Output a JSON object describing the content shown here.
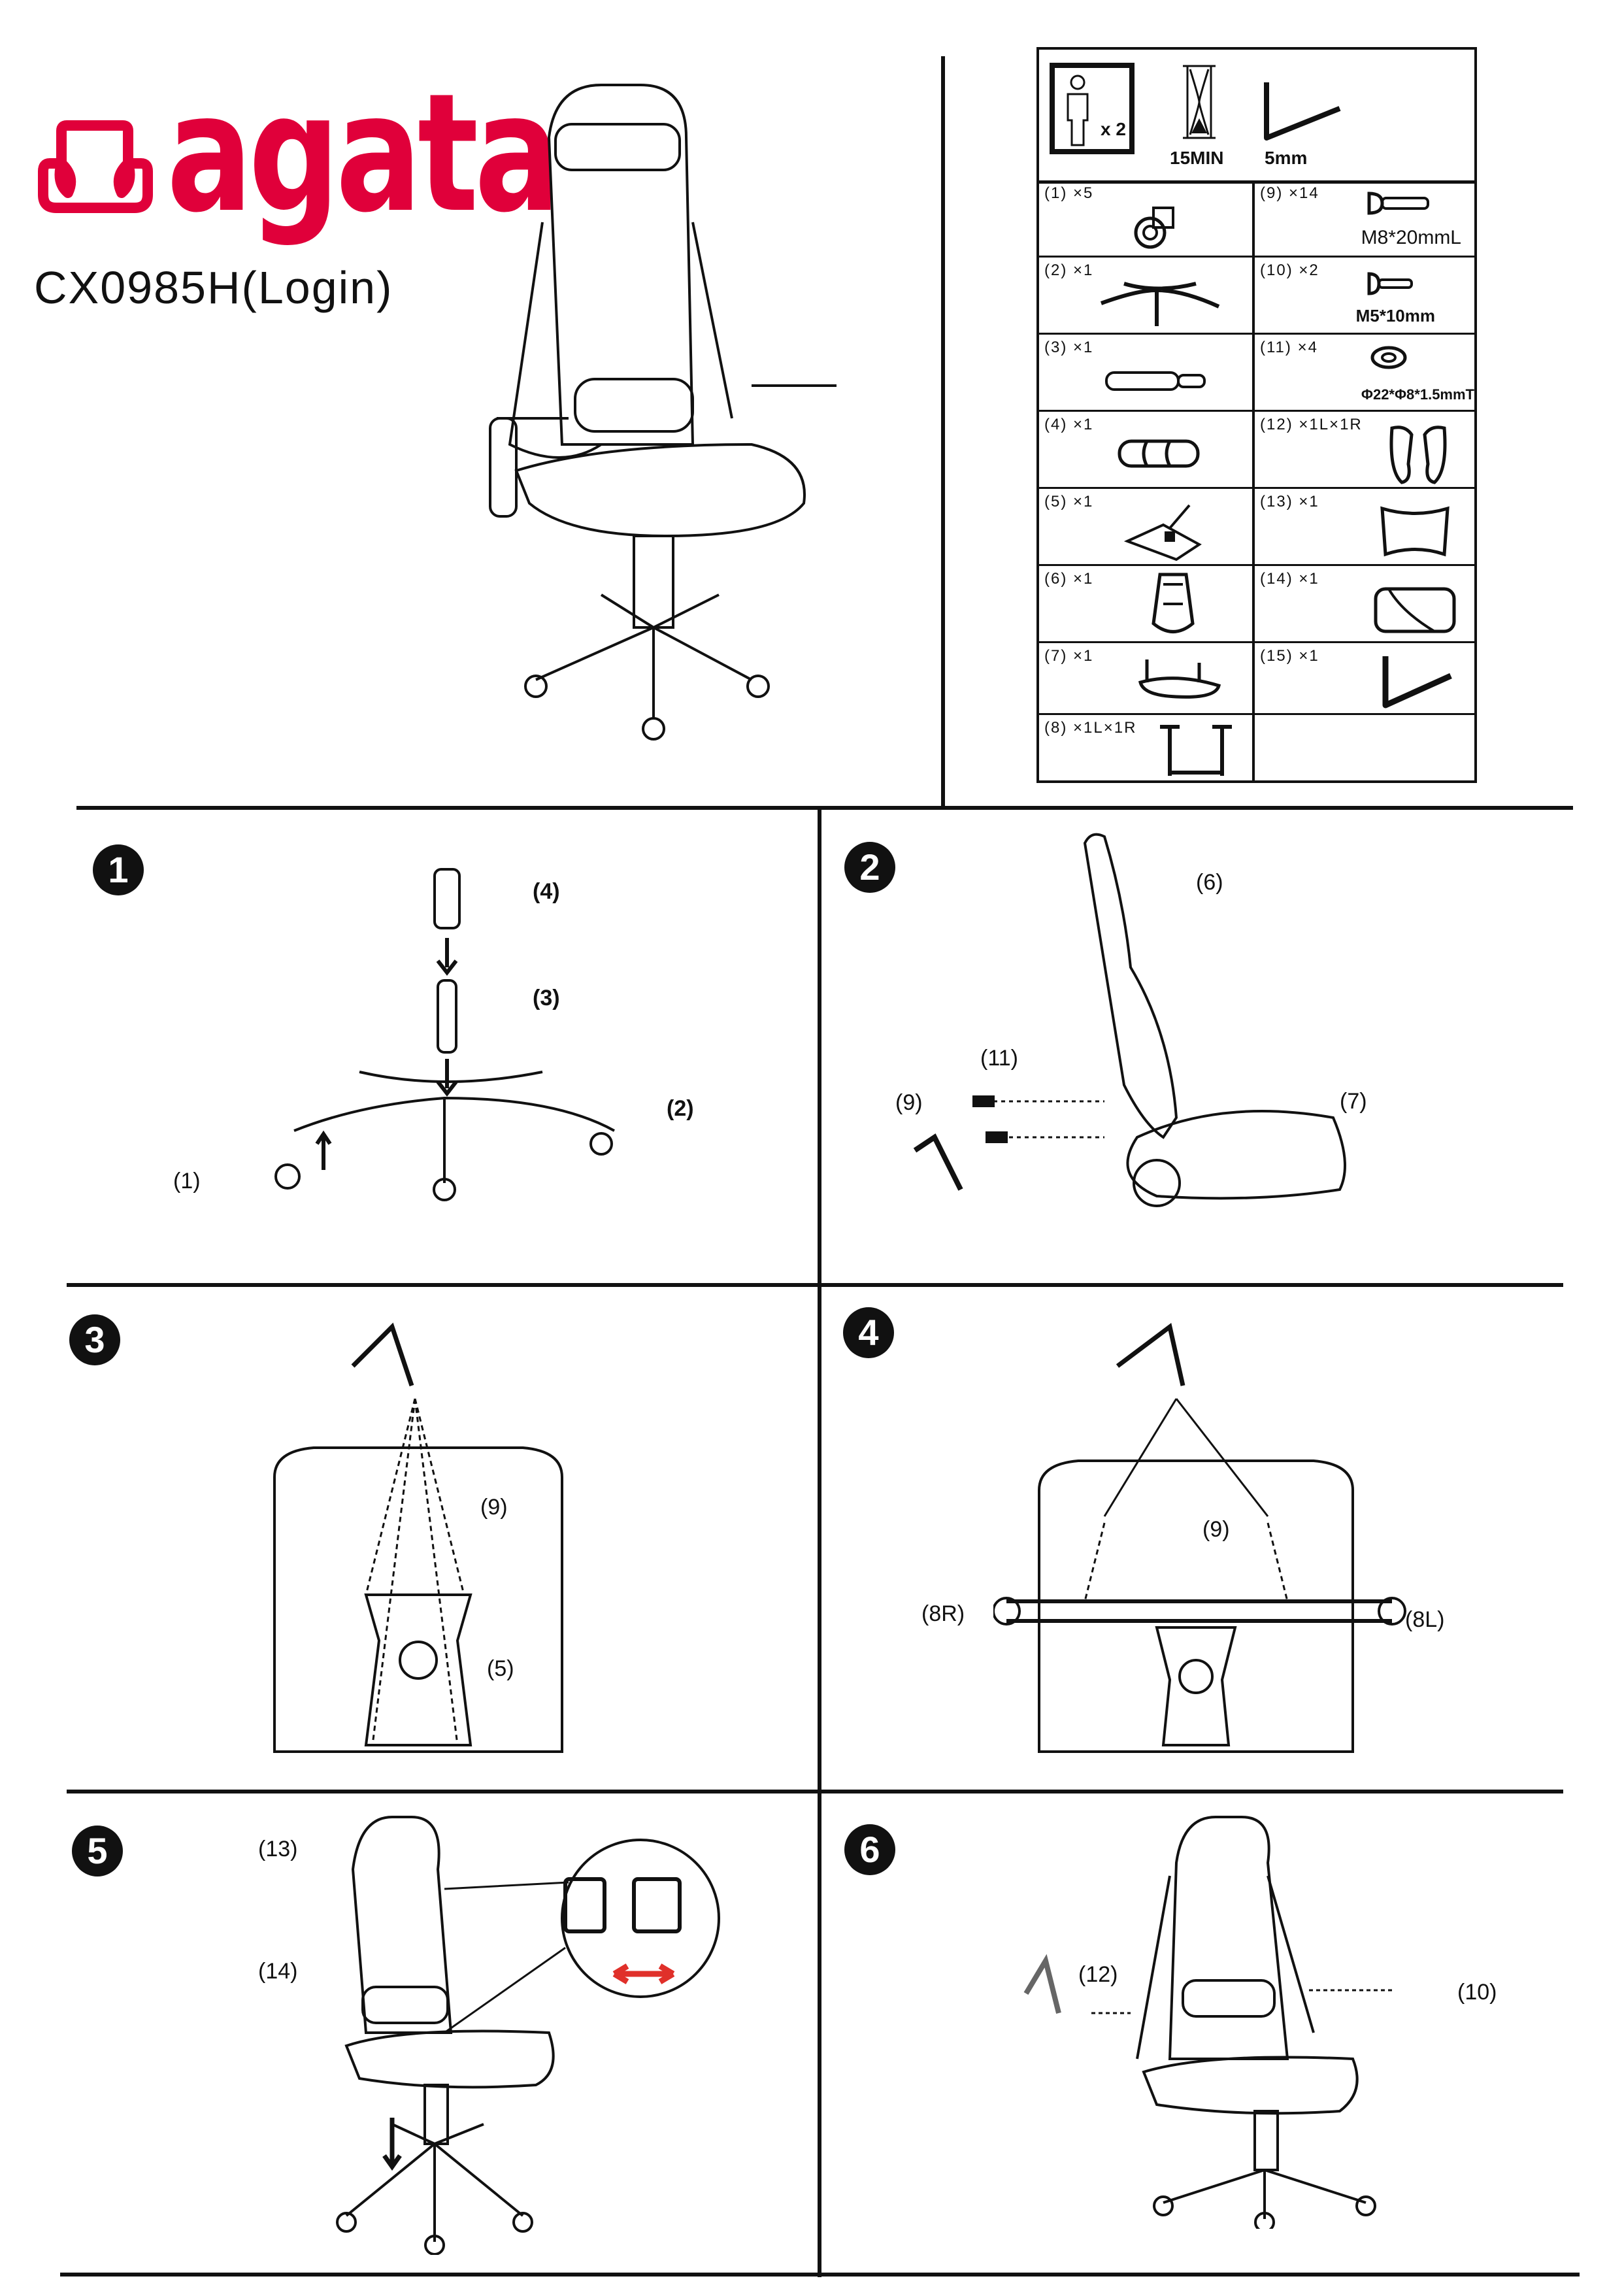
{
  "brand": {
    "name": "agata",
    "color": "#e0003a"
  },
  "model": "CX0985H(Login)",
  "requirements": {
    "people": "x 2",
    "time": "15MIN",
    "tool": "5mm"
  },
  "parts": [
    {
      "label": "(1)  ×5"
    },
    {
      "label": "(2)  ×1"
    },
    {
      "label": "(3)  ×1"
    },
    {
      "label": "(4)  ×1"
    },
    {
      "label": "(5)  ×1"
    },
    {
      "label": "(6)  ×1"
    },
    {
      "label": "(7)  ×1"
    },
    {
      "label": "(8)  ×1L×1R"
    },
    {
      "label": "(9)  ×14",
      "spec": "M8*20mmL"
    },
    {
      "label": "(10)  ×2",
      "spec": "M5*10mm"
    },
    {
      "label": "(11)  ×4",
      "spec": "Φ22*Φ8*1.5mmT"
    },
    {
      "label": "(12)  ×1L×1R"
    },
    {
      "label": "(13)  ×1"
    },
    {
      "label": "(14)  ×1"
    },
    {
      "label": "(15)  ×1"
    }
  ],
  "steps": [
    {
      "number": "1",
      "callouts": [
        "(4)",
        "(3)",
        "(2)",
        "(1)"
      ]
    },
    {
      "number": "2",
      "callouts": [
        "(6)",
        "(11)",
        "(9)",
        "(7)"
      ]
    },
    {
      "number": "3",
      "callouts": [
        "(9)",
        "(5)"
      ]
    },
    {
      "number": "4",
      "callouts": [
        "(9)",
        "(8R)",
        "(8L)"
      ]
    },
    {
      "number": "5",
      "callouts": [
        "(13)",
        "(14)"
      ]
    },
    {
      "number": "6",
      "callouts": [
        "(12)",
        "(10)"
      ]
    }
  ],
  "accent_arrow_color": "#e0302a"
}
